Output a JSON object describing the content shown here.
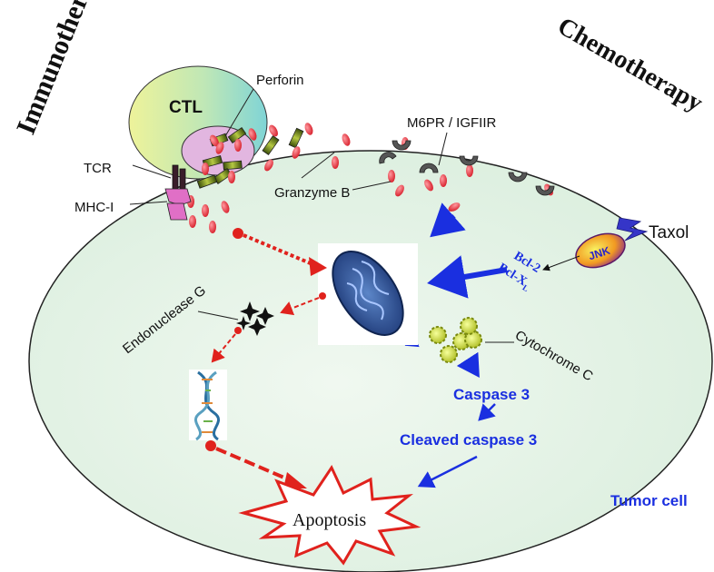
{
  "labels": {
    "immunotherapy": "Immunotherapy",
    "chemotherapy": "Chemotherapy",
    "ctl": "CTL",
    "perforin": "Perforin",
    "m6pr": "M6PR / IGFIIR",
    "tcr": "TCR",
    "mhc": "MHC-I",
    "granzyme": "Granzyme B",
    "taxol": "Taxol",
    "jnk": "JNK",
    "bcl2": "Bcl-2",
    "bclxl": "Bcl-X",
    "bclxl_sub": "L",
    "endonuclease": "Endonuclease G",
    "cytochrome": "Cytochrome C",
    "caspase3": "Caspase 3",
    "cleaved": "Cleaved caspase 3",
    "tumor": "Tumor cell",
    "apoptosis": "Apoptosis"
  },
  "colors": {
    "cell_fill": "#e4f3e6",
    "pathway_blue": "#1a2fe0",
    "inhibit_red": "#e0221d",
    "granule_red": "#e8303a",
    "perforin_green": "#6d8c1a",
    "ctl_yellow": "#e9f09a",
    "ctl_teal": "#7fd6d6",
    "tumor_label_blue": "#1a2fe0"
  }
}
